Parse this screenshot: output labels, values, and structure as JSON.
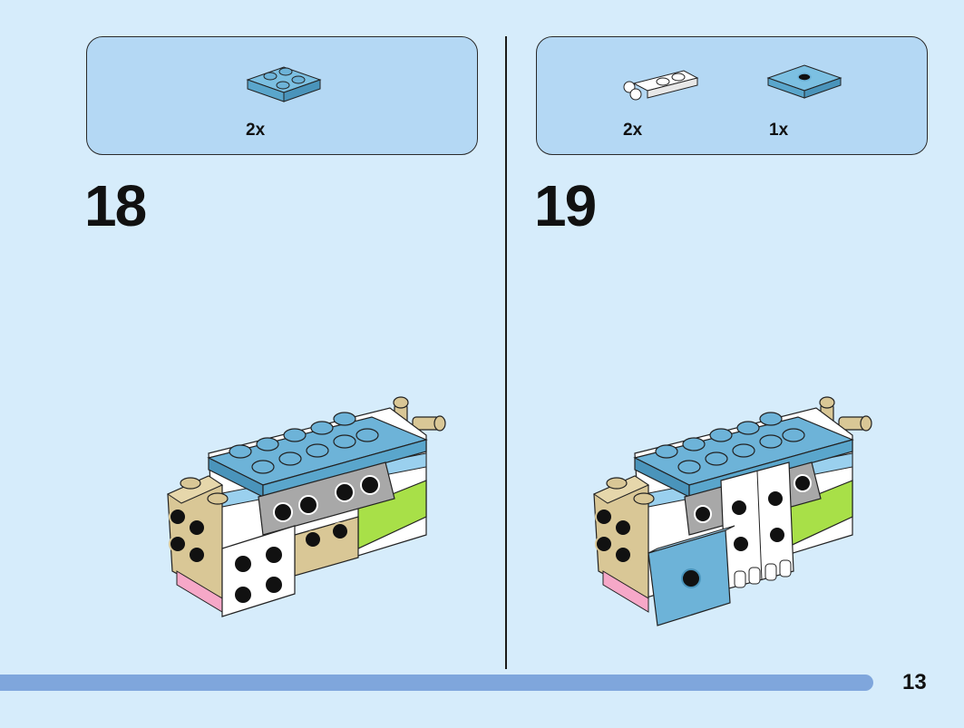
{
  "steps": [
    {
      "number": "18",
      "parts": [
        {
          "qty": "2x",
          "icon": "light-blue-2x2-plate-icon"
        }
      ]
    },
    {
      "number": "19",
      "parts": [
        {
          "qty": "2x",
          "icon": "white-clip-plate-icon"
        },
        {
          "qty": "1x",
          "icon": "light-blue-tile-with-stud-icon"
        }
      ]
    }
  ],
  "page": {
    "number": "13"
  },
  "colors": {
    "background": "#d6ecfb",
    "parts_box": "#b4d8f4",
    "progress": "#7fa6dc",
    "light_blue": "#6db3d8",
    "tan": "#d9c796",
    "lime": "#a8e048",
    "gray": "#a8a8a8",
    "white": "#ffffff",
    "pink": "#f6a8c8"
  }
}
